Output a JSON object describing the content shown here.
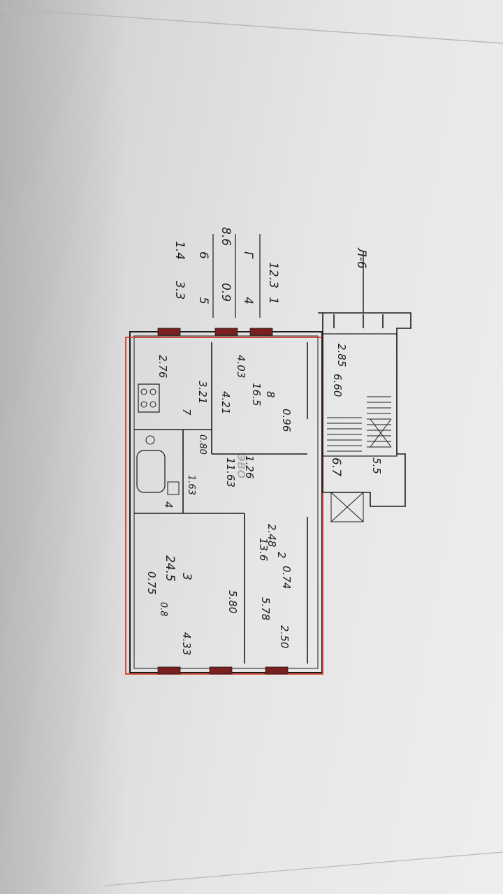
{
  "explication": {
    "row1": {
      "a": "1",
      "b": "12.3"
    },
    "row2": {
      "a": "Г",
      "b": "4",
      "c": "8.6",
      "d": "0.9"
    },
    "row3": {
      "a": "6",
      "b": "5",
      "c": "1.4",
      "d": "3.3"
    }
  },
  "marker": "Л-6",
  "rooms": {
    "kitchen": {
      "dim_top": "2.76",
      "dim_side": "3.21",
      "number": "7"
    },
    "room8": {
      "dim_top": "4.03",
      "number": "8",
      "area": "16.5",
      "dim_side": "4.21",
      "dim_right": "0.96"
    },
    "bath": {
      "dim": "0.80",
      "dim2": "1.63",
      "number": "4"
    },
    "corridor": {
      "dim_a": "1.26",
      "dim_b": "11.63"
    },
    "stair": {
      "dim_top": "2.85",
      "dim_side": "6.60",
      "dim_c": "6.7",
      "dim_d": "5.5"
    },
    "room3": {
      "number": "3",
      "area": "24.5",
      "dim_width": "5.80",
      "dim_height": "4.33",
      "dim_small": "0.75",
      "dim_tiny": "0.8"
    },
    "room2": {
      "dim_top": "2.48",
      "number": "2",
      "area": "13.6",
      "dim_right": "0.74",
      "dim_bottom": "5.78",
      "dim_small": "2.50"
    }
  },
  "watermark": "ЭВО",
  "colors": {
    "outline": "#d43a2a",
    "ink": "#1c1c1c",
    "window": "#7a2020"
  }
}
